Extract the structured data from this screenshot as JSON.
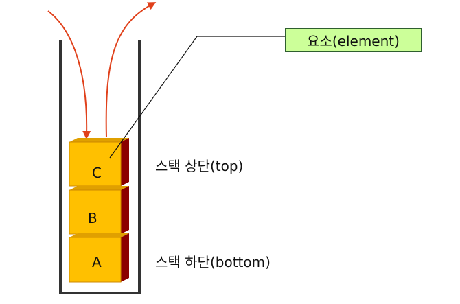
{
  "callout": {
    "text": "요소(element)"
  },
  "labels": {
    "top": "스택 상단(top)",
    "bottom": "스택 하단(bottom)"
  },
  "blocks": [
    {
      "letter": "C"
    },
    {
      "letter": "B"
    },
    {
      "letter": "A"
    }
  ],
  "colors": {
    "block_face": "#ffc000",
    "block_side": "#8b0000",
    "arrow": "#e0401a",
    "container": "#333333",
    "callout_fill": "#ccff99"
  }
}
